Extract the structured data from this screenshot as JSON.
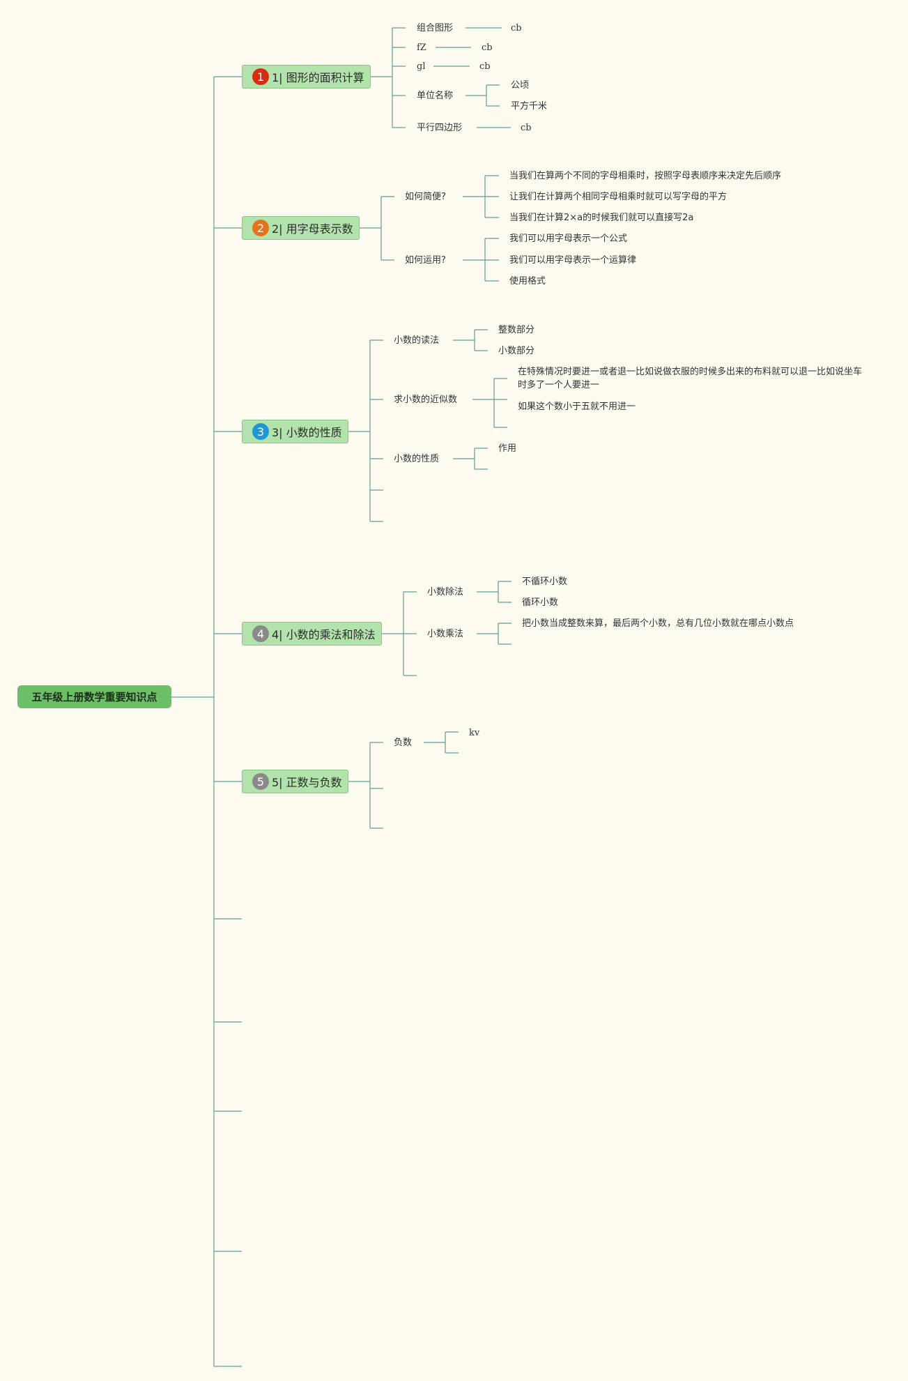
{
  "root": "五年级上册数学重要知识点",
  "branches": [
    {
      "badge": "1",
      "badge_color": "#d82b0f",
      "label": "1| 图形的面积计算",
      "children": [
        {
          "label": "组合图形",
          "children": [
            "cb"
          ]
        },
        {
          "label": "fZ",
          "children": [
            "cb"
          ]
        },
        {
          "label": "gl",
          "children": [
            "cb"
          ]
        },
        {
          "label": "单位名称",
          "children": [
            "公顷",
            "平方千米"
          ]
        },
        {
          "label": "平行四边形",
          "children": [
            "cb"
          ]
        }
      ]
    },
    {
      "badge": "2",
      "badge_color": "#e8721c",
      "label": "2| 用字母表示数",
      "children": [
        {
          "label": "如何简便?",
          "children": [
            "当我们在算两个不同的字母相乘时，按照字母表顺序来决定先后顺序",
            "让我们在计算两个相同字母相乘时就可以写字母的平方",
            "当我们在计算2×a的时候我们就可以直接写2a"
          ]
        },
        {
          "label": "如何运用?",
          "children": [
            "我们可以用字母表示一个公式",
            "我们可以用字母表示一个运算律",
            "使用格式"
          ]
        }
      ]
    },
    {
      "badge": "3",
      "badge_color": "#1f96d6",
      "label": "3| 小数的性质",
      "children": [
        {
          "label": "小数的读法",
          "children": [
            "整数部分",
            "小数部分"
          ]
        },
        {
          "label": "求小数的近似数",
          "children": [
            "在特殊情况时要进一或者退一比如说做衣服的时候多出来的布料就可以退一比如说坐车时多了一个人要进一",
            "如果这个数小于五就不用进一"
          ]
        },
        {
          "label": "小数的性质",
          "children": [
            "作用"
          ]
        }
      ]
    },
    {
      "badge": "4",
      "badge_color": "#8a8a8a",
      "label": "4| 小数的乘法和除法",
      "children": [
        {
          "label": "小数除法",
          "children": [
            "不循环小数",
            "循环小数"
          ]
        },
        {
          "label": "小数乘法",
          "children": [
            "把小数当成整数来算，最后两个小数，总有几位小数就在哪点小数点"
          ]
        }
      ]
    },
    {
      "badge": "5",
      "badge_color": "#8a8a8a",
      "label": "5| 正数与负数",
      "children": [
        {
          "label": "负数",
          "children": [
            "kv"
          ]
        }
      ]
    }
  ]
}
